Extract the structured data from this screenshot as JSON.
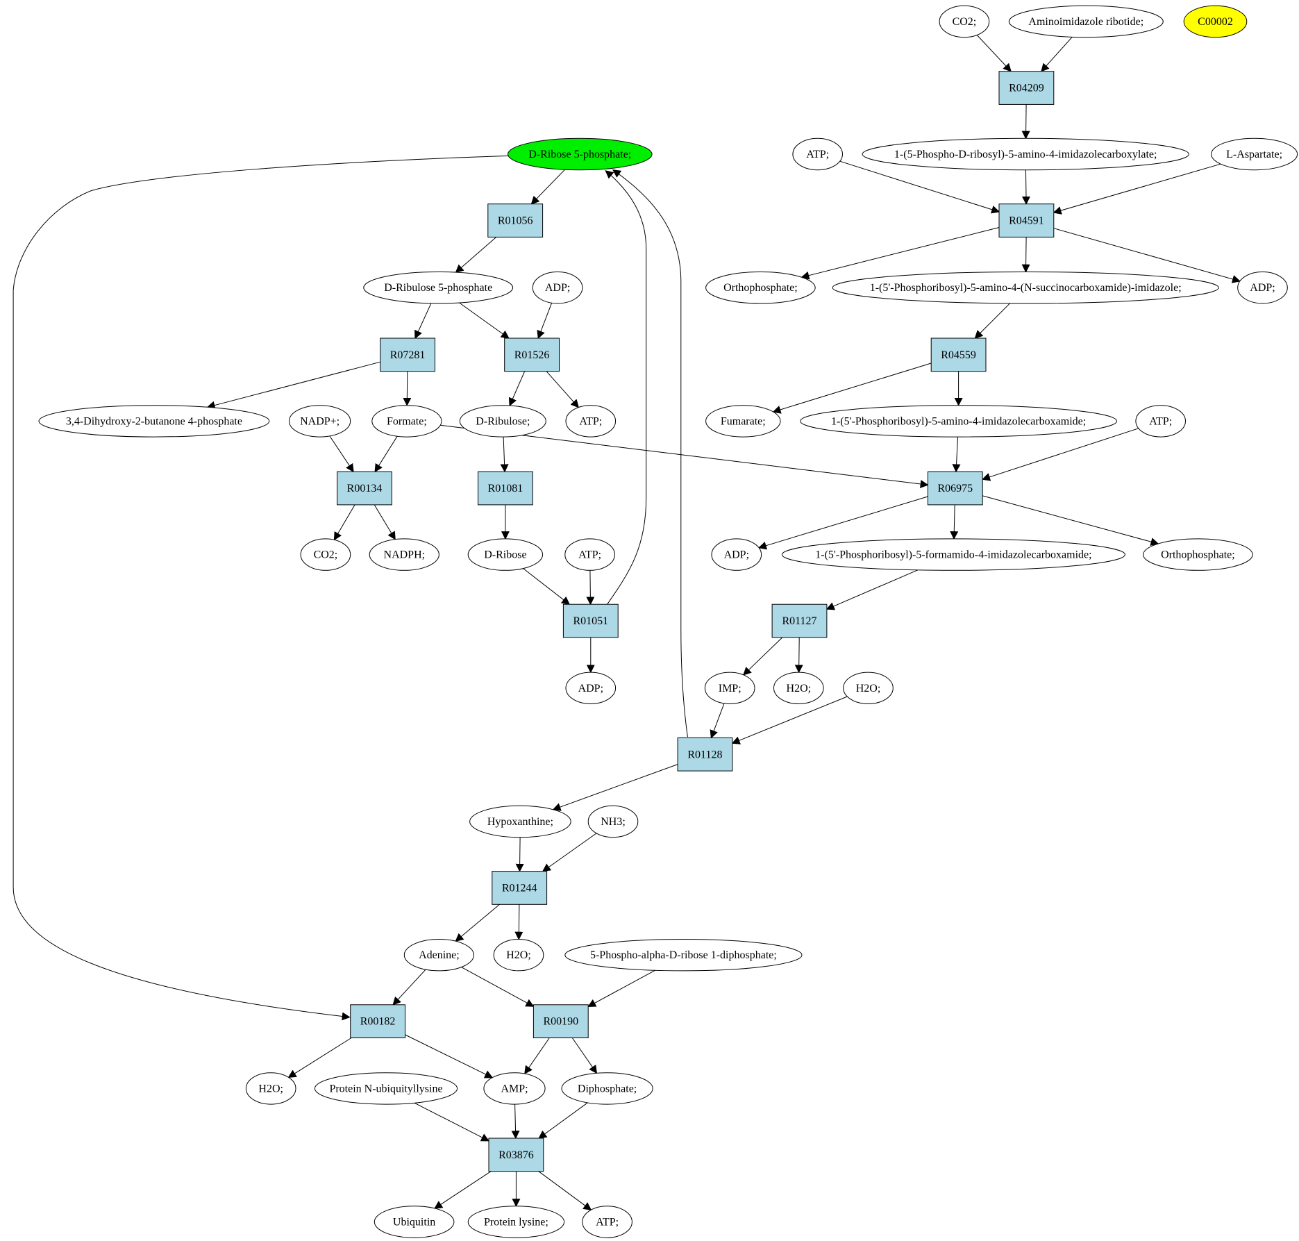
{
  "colors": {
    "reaction_fill": "#add8e6",
    "compound_fill": "#ffffff",
    "highlight_green": "#00ee00",
    "highlight_yellow": "#ffff00"
  },
  "reactions": [
    "R04209",
    "R04591",
    "R01056",
    "R07281",
    "R01526",
    "R04559",
    "R00134",
    "R01081",
    "R06975",
    "R01051",
    "R01127",
    "R01128",
    "R01244",
    "R00182",
    "R00190",
    "R03876"
  ],
  "compounds": [
    {
      "id": "co2_top",
      "label": "CO2;"
    },
    {
      "id": "air",
      "label": "Aminoimidazole ribotide;"
    },
    {
      "id": "c00002",
      "label": "C00002",
      "fill": "#ffff00"
    },
    {
      "id": "atp_1",
      "label": "ATP;"
    },
    {
      "id": "prcaic",
      "label": "1-(5-Phospho-D-ribosyl)-5-amino-4-imidazolecarboxylate;"
    },
    {
      "id": "asp",
      "label": "L-Aspartate;"
    },
    {
      "id": "r5p",
      "label": "D-Ribose 5-phosphate;",
      "fill": "#00ee00"
    },
    {
      "id": "pi_1",
      "label": "Orthophosphate;"
    },
    {
      "id": "saicar",
      "label": "1-(5'-Phosphoribosyl)-5-amino-4-(N-succinocarboxamide)-imidazole;"
    },
    {
      "id": "adp_1",
      "label": "ADP;"
    },
    {
      "id": "ru5p",
      "label": "D-Ribulose 5-phosphate"
    },
    {
      "id": "adp_2",
      "label": "ADP;"
    },
    {
      "id": "dhbp",
      "label": "3,4-Dihydroxy-2-butanone 4-phosphate"
    },
    {
      "id": "nadp",
      "label": "NADP+;"
    },
    {
      "id": "formate",
      "label": "Formate;"
    },
    {
      "id": "ribulose",
      "label": "D-Ribulose;"
    },
    {
      "id": "atp_2",
      "label": "ATP;"
    },
    {
      "id": "fumarate",
      "label": "Fumarate;"
    },
    {
      "id": "aicar",
      "label": "1-(5'-Phosphoribosyl)-5-amino-4-imidazolecarboxamide;"
    },
    {
      "id": "atp_3",
      "label": "ATP;"
    },
    {
      "id": "co2_2",
      "label": "CO2;"
    },
    {
      "id": "nadph",
      "label": "NADPH;"
    },
    {
      "id": "ribose",
      "label": "D-Ribose"
    },
    {
      "id": "atp_4",
      "label": "ATP;"
    },
    {
      "id": "adp_3",
      "label": "ADP;"
    },
    {
      "id": "faicar",
      "label": "1-(5'-Phosphoribosyl)-5-formamido-4-imidazolecarboxamide;"
    },
    {
      "id": "pi_2",
      "label": "Orthophosphate;"
    },
    {
      "id": "adp_4",
      "label": "ADP;"
    },
    {
      "id": "imp",
      "label": "IMP;"
    },
    {
      "id": "h2o_1",
      "label": "H2O;"
    },
    {
      "id": "h2o_2",
      "label": "H2O;"
    },
    {
      "id": "hypox",
      "label": "Hypoxanthine;"
    },
    {
      "id": "nh3",
      "label": "NH3;"
    },
    {
      "id": "adenine",
      "label": "Adenine;"
    },
    {
      "id": "h2o_3",
      "label": "H2O;"
    },
    {
      "id": "prpp",
      "label": "5-Phospho-alpha-D-ribose 1-diphosphate;"
    },
    {
      "id": "h2o_4",
      "label": "H2O;"
    },
    {
      "id": "pnul",
      "label": "Protein N-ubiquityllysine"
    },
    {
      "id": "amp",
      "label": "AMP;"
    },
    {
      "id": "ppi",
      "label": "Diphosphate;"
    },
    {
      "id": "ubiq",
      "label": "Ubiquitin"
    },
    {
      "id": "plys",
      "label": "Protein lysine;"
    },
    {
      "id": "atp_5",
      "label": "ATP;"
    }
  ],
  "edges": [
    [
      "co2_top",
      "R04209"
    ],
    [
      "air",
      "R04209"
    ],
    [
      "R04209",
      "prcaic"
    ],
    [
      "atp_1",
      "R04591"
    ],
    [
      "prcaic",
      "R04591"
    ],
    [
      "asp",
      "R04591"
    ],
    [
      "R04591",
      "pi_1"
    ],
    [
      "R04591",
      "saicar"
    ],
    [
      "R04591",
      "adp_1"
    ],
    [
      "saicar",
      "R04559"
    ],
    [
      "R04559",
      "fumarate"
    ],
    [
      "R04559",
      "aicar"
    ],
    [
      "aicar",
      "R06975"
    ],
    [
      "atp_3",
      "R06975"
    ],
    [
      "formate",
      "R06975"
    ],
    [
      "R06975",
      "adp_4"
    ],
    [
      "R06975",
      "faicar"
    ],
    [
      "R06975",
      "pi_2"
    ],
    [
      "faicar",
      "R01127"
    ],
    [
      "R01127",
      "imp"
    ],
    [
      "R01127",
      "h2o_1"
    ],
    [
      "imp",
      "R01128"
    ],
    [
      "h2o_2",
      "R01128"
    ],
    [
      "R01128",
      "r5p"
    ],
    [
      "R01128",
      "hypox"
    ],
    [
      "hypox",
      "R01244"
    ],
    [
      "nh3",
      "R01244"
    ],
    [
      "R01244",
      "adenine"
    ],
    [
      "R01244",
      "h2o_3"
    ],
    [
      "r5p",
      "R01056"
    ],
    [
      "R01056",
      "ru5p"
    ],
    [
      "ru5p",
      "R07281"
    ],
    [
      "ru5p",
      "R01526"
    ],
    [
      "adp_2",
      "R01526"
    ],
    [
      "R07281",
      "dhbp"
    ],
    [
      "R07281",
      "formate"
    ],
    [
      "R01526",
      "ribulose"
    ],
    [
      "R01526",
      "atp_2"
    ],
    [
      "nadp",
      "R00134"
    ],
    [
      "formate",
      "R00134"
    ],
    [
      "R00134",
      "co2_2"
    ],
    [
      "R00134",
      "nadph"
    ],
    [
      "ribulose",
      "R01081"
    ],
    [
      "R01081",
      "ribose"
    ],
    [
      "ribose",
      "R01051"
    ],
    [
      "atp_4",
      "R01051"
    ],
    [
      "R01051",
      "adp_3"
    ],
    [
      "R01051",
      "r5p"
    ],
    [
      "r5p",
      "R00182"
    ],
    [
      "adenine",
      "R00182"
    ],
    [
      "R00182",
      "h2o_4"
    ],
    [
      "R00182",
      "amp"
    ],
    [
      "adenine",
      "R00190"
    ],
    [
      "prpp",
      "R00190"
    ],
    [
      "R00190",
      "amp"
    ],
    [
      "R00190",
      "ppi"
    ],
    [
      "pnul",
      "R03876"
    ],
    [
      "amp",
      "R03876"
    ],
    [
      "ppi",
      "R03876"
    ],
    [
      "R03876",
      "ubiq"
    ],
    [
      "R03876",
      "plys"
    ],
    [
      "R03876",
      "atp_5"
    ]
  ]
}
